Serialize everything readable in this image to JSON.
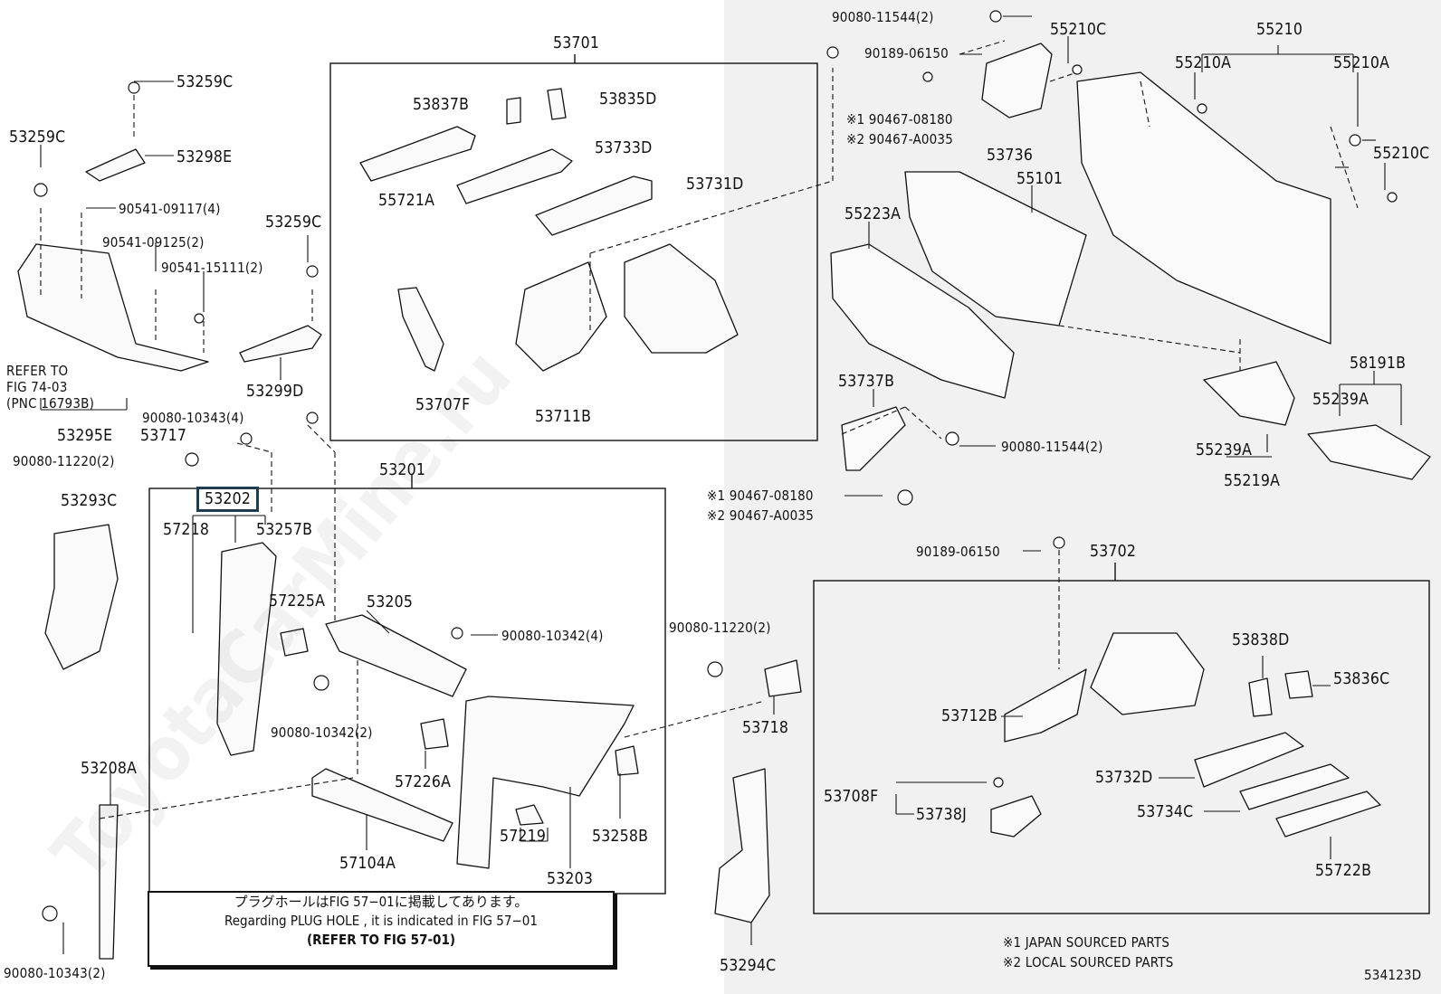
{
  "watermark": "ToyotaCarMine.ru",
  "legend": {
    "note1": "※1 JAPAN SOURCED PARTS",
    "note2": "※2 LOCAL SOURCED PARTS",
    "figure_id": "534123D"
  },
  "notice": {
    "line_jp": "プラグホールはFIG 57−01に掲載してあります。",
    "line_en": "Regarding  PLUG  HOLE , it is indicated in FIG  57−01",
    "line_ref": "(REFER TO FIG 57-01)"
  },
  "refer_note": [
    "REFER TO",
    "FIG 74-03",
    "(PNC 16793B)"
  ],
  "parts": {
    "p53701": "53701",
    "p53837B": "53837B",
    "p53835D": "53835D",
    "p53733D": "53733D",
    "p55721A": "55721A",
    "p53731D": "53731D",
    "p53707F": "53707F",
    "p53711B": "53711B",
    "p53259C_a": "53259C",
    "p53259C_b": "53259C",
    "p53259C_c": "53259C",
    "p53298E": "53298E",
    "p90541_09117": "90541-09117(4)",
    "p90541_09125": "90541-09125(2)",
    "p90541_15111": "90541-15111(2)",
    "p53299D": "53299D",
    "p53295E": "53295E",
    "p90080_10343_a": "90080-10343(4)",
    "p53717": "53717",
    "p90080_11220_a": "90080-11220(2)",
    "p53201": "53201",
    "p53202": "53202",
    "p57218": "57218",
    "p53257B": "53257B",
    "p53293C": "53293C",
    "p57225A": "57225A",
    "p53205": "53205",
    "p90080_10342_a": "90080-10342(4)",
    "p90080_10342_b": "90080-10342(2)",
    "p57226A": "57226A",
    "p57104A": "57104A",
    "p57219": "57219",
    "p53203": "53203",
    "p53258B": "53258B",
    "p53208A": "53208A",
    "p90080_10343_b": "90080-10343(2)",
    "p90080_11220_b": "90080-11220(2)",
    "p53718": "53718",
    "p53294C": "53294C",
    "p90080_11544_a": "90080-11544(2)",
    "p90189_06150_a": "90189-06150",
    "p90467_08180_a": "※1  90467-08180",
    "p90467_A0035_a": "※2  90467-A0035",
    "p53736": "53736",
    "p55210C_a": "55210C",
    "p55210": "55210",
    "p55210A_a": "55210A",
    "p55210A_b": "55210A",
    "p55210C_b": "55210C",
    "p55101": "55101",
    "p55223A": "55223A",
    "p53737B": "53737B",
    "p90080_11544_b": "90080-11544(2)",
    "p90467_08180_b": "※1  90467-08180",
    "p90467_A0035_b": "※2  90467-A0035",
    "p58191B": "58191B",
    "p55239A_a": "55239A",
    "p55239A_b": "55239A",
    "p55219A": "55219A",
    "p90189_06150_b": "90189-06150",
    "p53702": "53702",
    "p53838D": "53838D",
    "p53836C": "53836C",
    "p53712B": "53712B",
    "p53732D": "53732D",
    "p53708F": "53708F",
    "p53734C": "53734C",
    "p53738J": "53738J",
    "p55722B": "55722B"
  }
}
